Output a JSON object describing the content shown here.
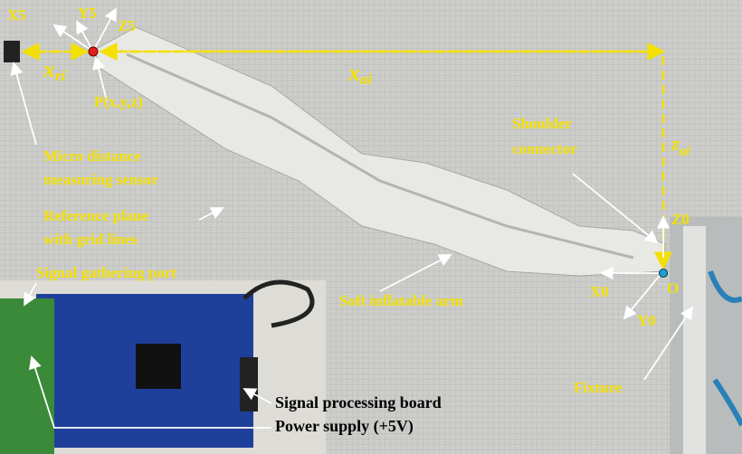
{
  "axes_labels": {
    "x5": "X5",
    "y5": "Y5",
    "z5": "Z5",
    "x0": "X0",
    "y0": "Y0",
    "z0": "Z0",
    "origin": "O"
  },
  "distances": {
    "x_ri": {
      "base": "x",
      "sub": "ri"
    },
    "x_ai": {
      "base": "x",
      "sub": "ai"
    },
    "z_ai": {
      "base": "z",
      "sub": "ai"
    }
  },
  "point_label": "P(x,y,z)",
  "callouts": {
    "sensor_line1": "Micro distance",
    "sensor_line2": "measuring sensor",
    "plane_line1": "Reference plane",
    "plane_line2": "with grid lines",
    "signal_port": "Signal gathering port",
    "arm": "Soft inflatable arm",
    "shoulder_line1": "Shoulder",
    "shoulder_line2": "connector",
    "fixture": "Fixture",
    "board": "Signal processing board",
    "power": "Power supply (+5V)"
  },
  "colors": {
    "annotation": "#f4e000",
    "point": "#e0201c",
    "origin": "#1ea0d8"
  }
}
